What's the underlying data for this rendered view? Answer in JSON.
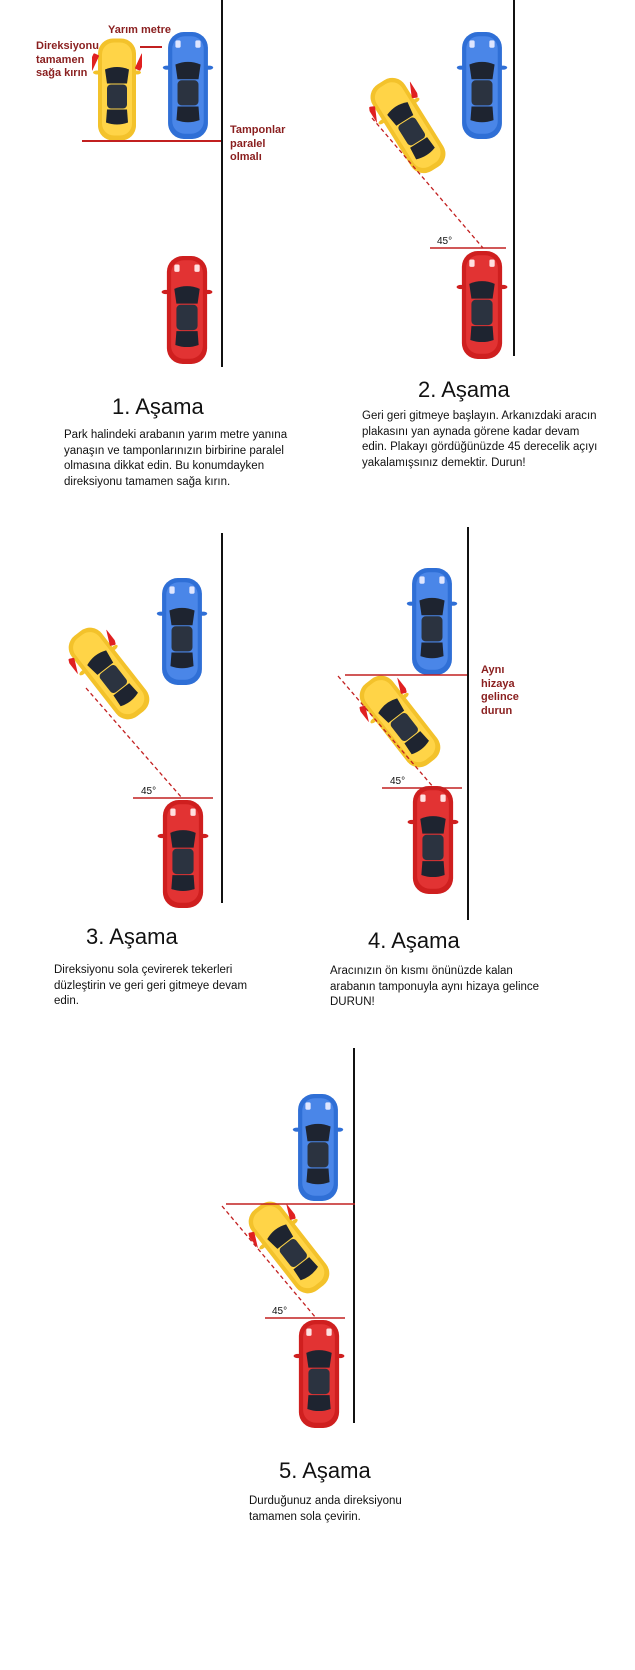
{
  "colors": {
    "blue_car": "#2f6fd6",
    "red_car": "#cf1f1f",
    "yellow_car": "#f3c22b",
    "wheel_mark": "#e02020",
    "annotation": "#8a1f1f",
    "guide_line": "#c22020"
  },
  "steps": [
    {
      "title": "1. Aşama",
      "description": "Park halindeki arabanın yarım metre yanına yanaşın ve tamponlarınızın birbirine paralel olmasına dikkat edin. Bu konumdayken direksiyonu tamamen sağa kırın.",
      "notes": {
        "steering": "Direksiyonu tamamen sağa kırın",
        "gap": "Yarım metre",
        "bumpers": "Tamponlar paralel olmalı"
      }
    },
    {
      "title": "2. Aşama",
      "description": "Geri geri gitmeye başlayın. Arkanızdaki aracın plakasını yan aynada görene kadar devam edin. Plakayı gördüğünüzde 45 derecelik açıyı yakalamışsınız demektir. Durun!",
      "angle": "45°"
    },
    {
      "title": "3. Aşama",
      "description": "Direksiyonu sola çevirerek tekerleri düzleştirin ve geri geri gitmeye devam edin.",
      "angle": "45°"
    },
    {
      "title": "4. Aşama",
      "description": "Aracınızın ön kısmı önünüzde kalan arabanın tamponuyla aynı hizaya gelince DURUN!",
      "angle": "45°",
      "notes": {
        "align": "Aynı hizaya gelince durun"
      }
    },
    {
      "title": "5. Aşama",
      "description": "Durduğunuz anda direksiyonu tamamen sola çevirin.",
      "angle": "45°"
    }
  ]
}
